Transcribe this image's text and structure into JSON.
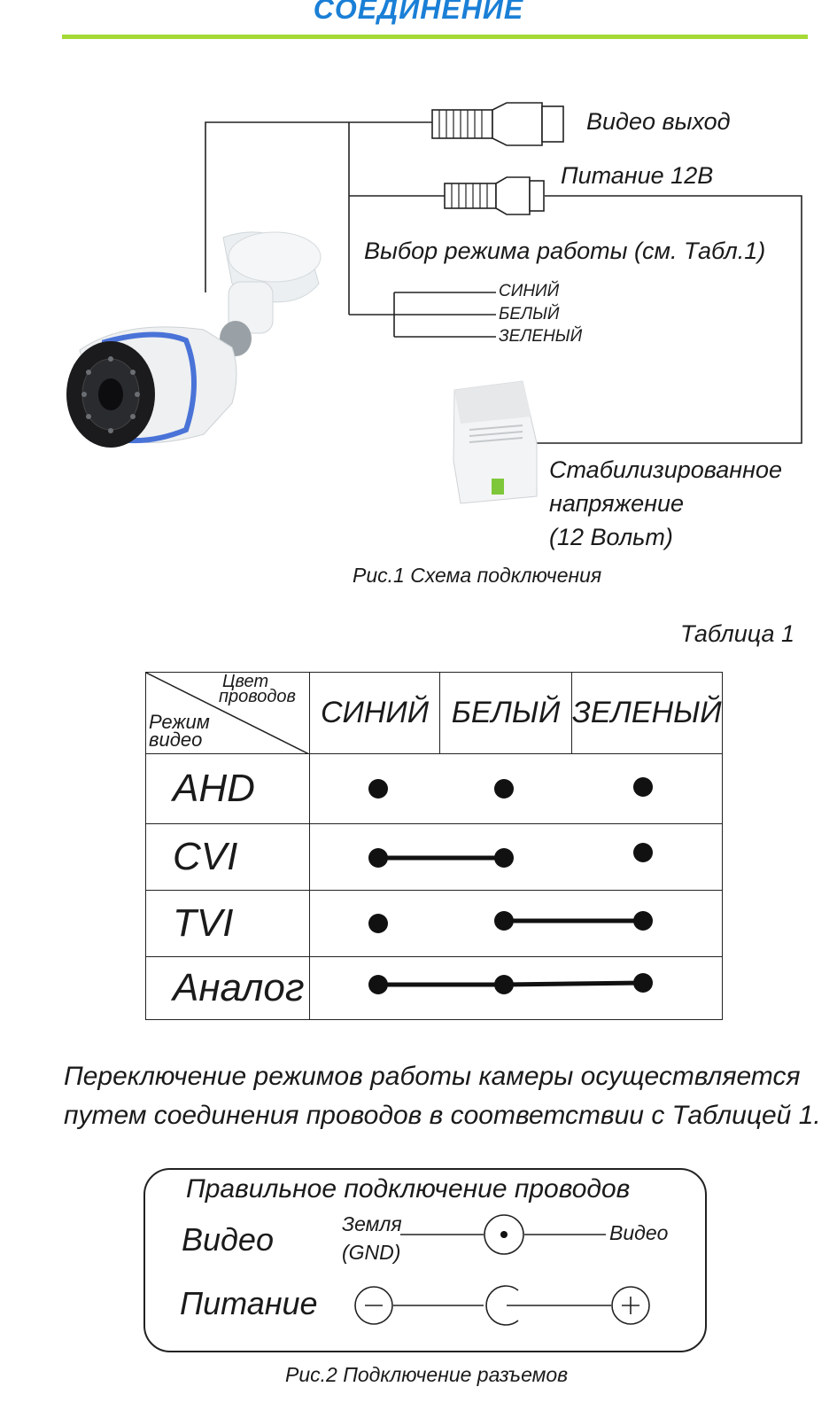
{
  "header": {
    "title": "СОЕДИНЕНИЕ"
  },
  "fig1": {
    "video_out": "Видео выход",
    "power_12v": "Питание 12В",
    "mode_select": "Выбор режима работы (см. Табл.1)",
    "wires": [
      "СИНИЙ",
      "БЕЛЫЙ",
      "ЗЕЛЕНЫЙ"
    ],
    "psu_line1": "Стабилизированное",
    "psu_line2": "напряжение",
    "psu_line3": "(12 Вольт)",
    "caption": "Рис.1 Схема подключения"
  },
  "table": {
    "caption": "Таблица 1",
    "corner_top1": "Цвет",
    "corner_top2": "проводов",
    "corner_bottom1": "Режим",
    "corner_bottom2": "видео",
    "columns": [
      "СИНИЙ",
      "БЕЛЫЙ",
      "ЗЕЛЕНЫЙ"
    ],
    "rows": [
      {
        "mode": "AHD",
        "connections": "none"
      },
      {
        "mode": "CVI",
        "connections": "СИНИЙ-БЕЛЫЙ"
      },
      {
        "mode": "TVI",
        "connections": "БЕЛЫЙ-ЗЕЛЕНЫЙ"
      },
      {
        "mode": "Аналог",
        "connections": "СИНИЙ-БЕЛЫЙ-ЗЕЛЕНЫЙ"
      }
    ]
  },
  "paragraph": "Переключение режимов работы камеры осуществляется путем соединения проводов в соответствии с Таблицей 1.",
  "fig2": {
    "title": "Правильное подключение проводов",
    "video_label": "Видео",
    "power_label": "Питание",
    "gnd_line1": "Земля",
    "gnd_line2": "(GND)",
    "video_right": "Видео",
    "caption": "Рис.2 Подключение разъемов"
  }
}
